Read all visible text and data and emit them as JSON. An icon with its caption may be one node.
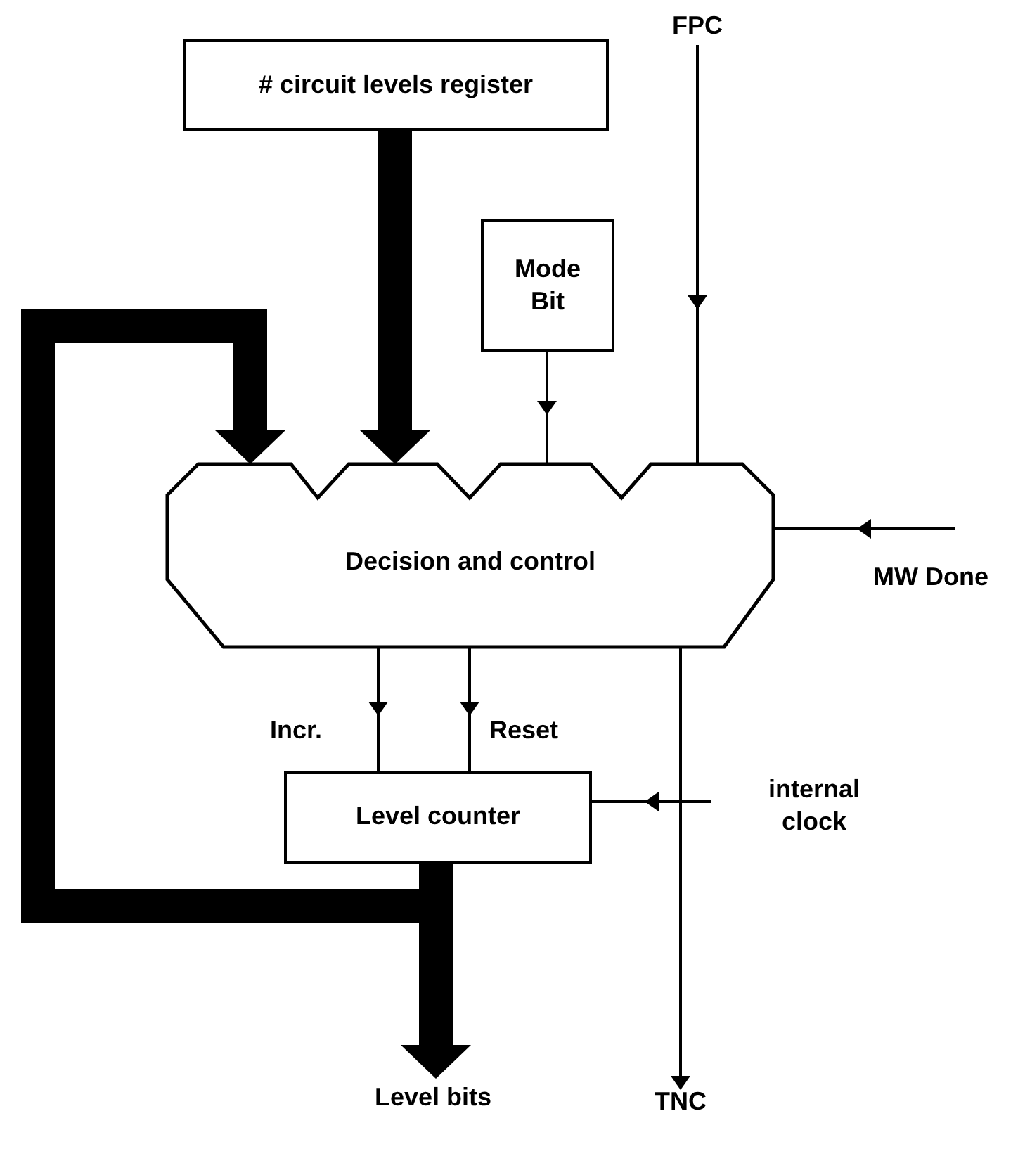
{
  "diagram": {
    "nodes": [
      {
        "text": [
          "# circuit levels register"
        ]
      },
      {
        "text": [
          "Mode Bit"
        ]
      },
      {
        "text": [
          "Decision and control"
        ]
      },
      {
        "text": [
          "Level counter"
        ]
      },
      {
        "text": [
          "FPC"
        ]
      },
      {
        "text": [
          "MW Done"
        ]
      },
      {
        "text": [
          "internal clock"
        ]
      },
      {
        "text": [
          "Level bits"
        ]
      },
      {
        "text": [
          "TNC"
        ]
      }
    ],
    "edges": [
      {
        "from": 0,
        "to": 2,
        "arrow": "to",
        "style": "thick"
      },
      {
        "from": 3,
        "to": 2,
        "arrow": "to",
        "style": "thick"
      },
      {
        "from": 1,
        "to": 2,
        "arrow": "to"
      },
      {
        "from": 4,
        "to": 2,
        "arrow": "to"
      },
      {
        "from": 5,
        "to": 2,
        "arrow": "to"
      },
      {
        "from": 2,
        "to": 3,
        "label": "Incr.",
        "arrow": "to"
      },
      {
        "from": 2,
        "to": 3,
        "label": "Reset",
        "arrow": "to"
      },
      {
        "from": 6,
        "to": 3,
        "arrow": "to"
      },
      {
        "from": 3,
        "to": 7,
        "arrow": "to",
        "style": "thick"
      },
      {
        "from": 2,
        "to": 8,
        "arrow": "to"
      }
    ]
  }
}
